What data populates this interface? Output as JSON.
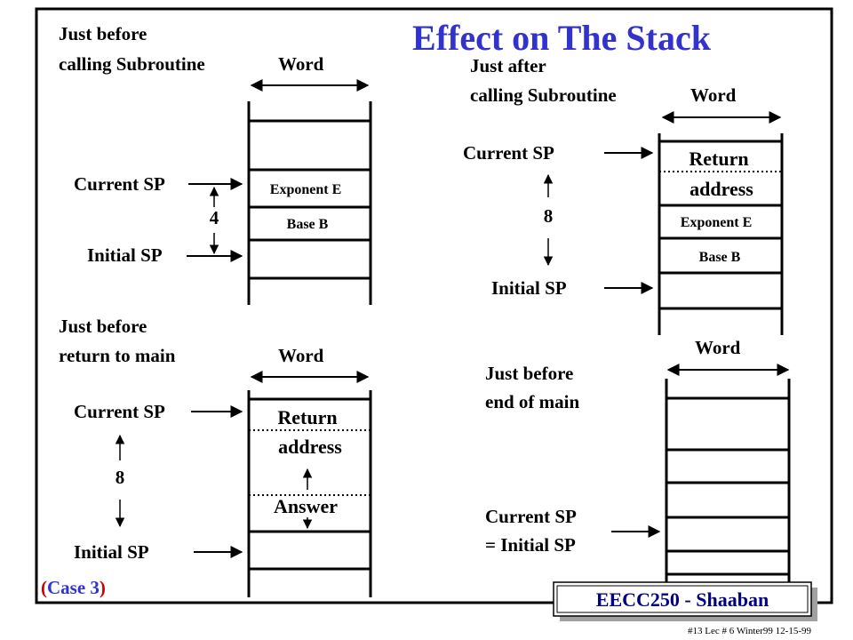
{
  "slide": {
    "title": "Effect on The Stack",
    "colors": {
      "title": "#3333cc",
      "case_paren": "#cc0000",
      "badge_shadow": "#a0a0a0"
    }
  },
  "panels": {
    "p1": {
      "caption_line1": "Just before",
      "caption_line2": "calling Subroutine",
      "word_label": "Word",
      "current_sp": "Current SP",
      "initial_sp": "Initial SP",
      "offset": "4",
      "cells": [
        "Exponent E",
        "Base B"
      ]
    },
    "p2": {
      "caption_line1": "Just after",
      "caption_line2": "calling Subroutine",
      "word_label": "Word",
      "current_sp": "Current SP",
      "initial_sp": "Initial  SP",
      "offset": "8",
      "return_line1": "Return",
      "return_line2": "address",
      "cells": [
        "Exponent E",
        "Base B"
      ]
    },
    "p3": {
      "caption_line1": "Just before",
      "caption_line2": "return to main",
      "word_label": "Word",
      "current_sp": "Current SP",
      "initial_sp": "Initial SP",
      "offset": "8",
      "return_line1": "Return",
      "return_line2": "address",
      "answer": "Answer"
    },
    "p4": {
      "caption_line1": "Just before",
      "caption_line2": "end of main",
      "word_label": "Word",
      "sp_line1": "Current SP",
      "sp_line2": "= Initial SP"
    }
  },
  "footer": {
    "case_open": "(",
    "case_text": "Case 3",
    "case_close": ")",
    "badge": "EECC250 - Shaaban",
    "info": "#13   Lec # 6  Winter99  12-15-99"
  }
}
